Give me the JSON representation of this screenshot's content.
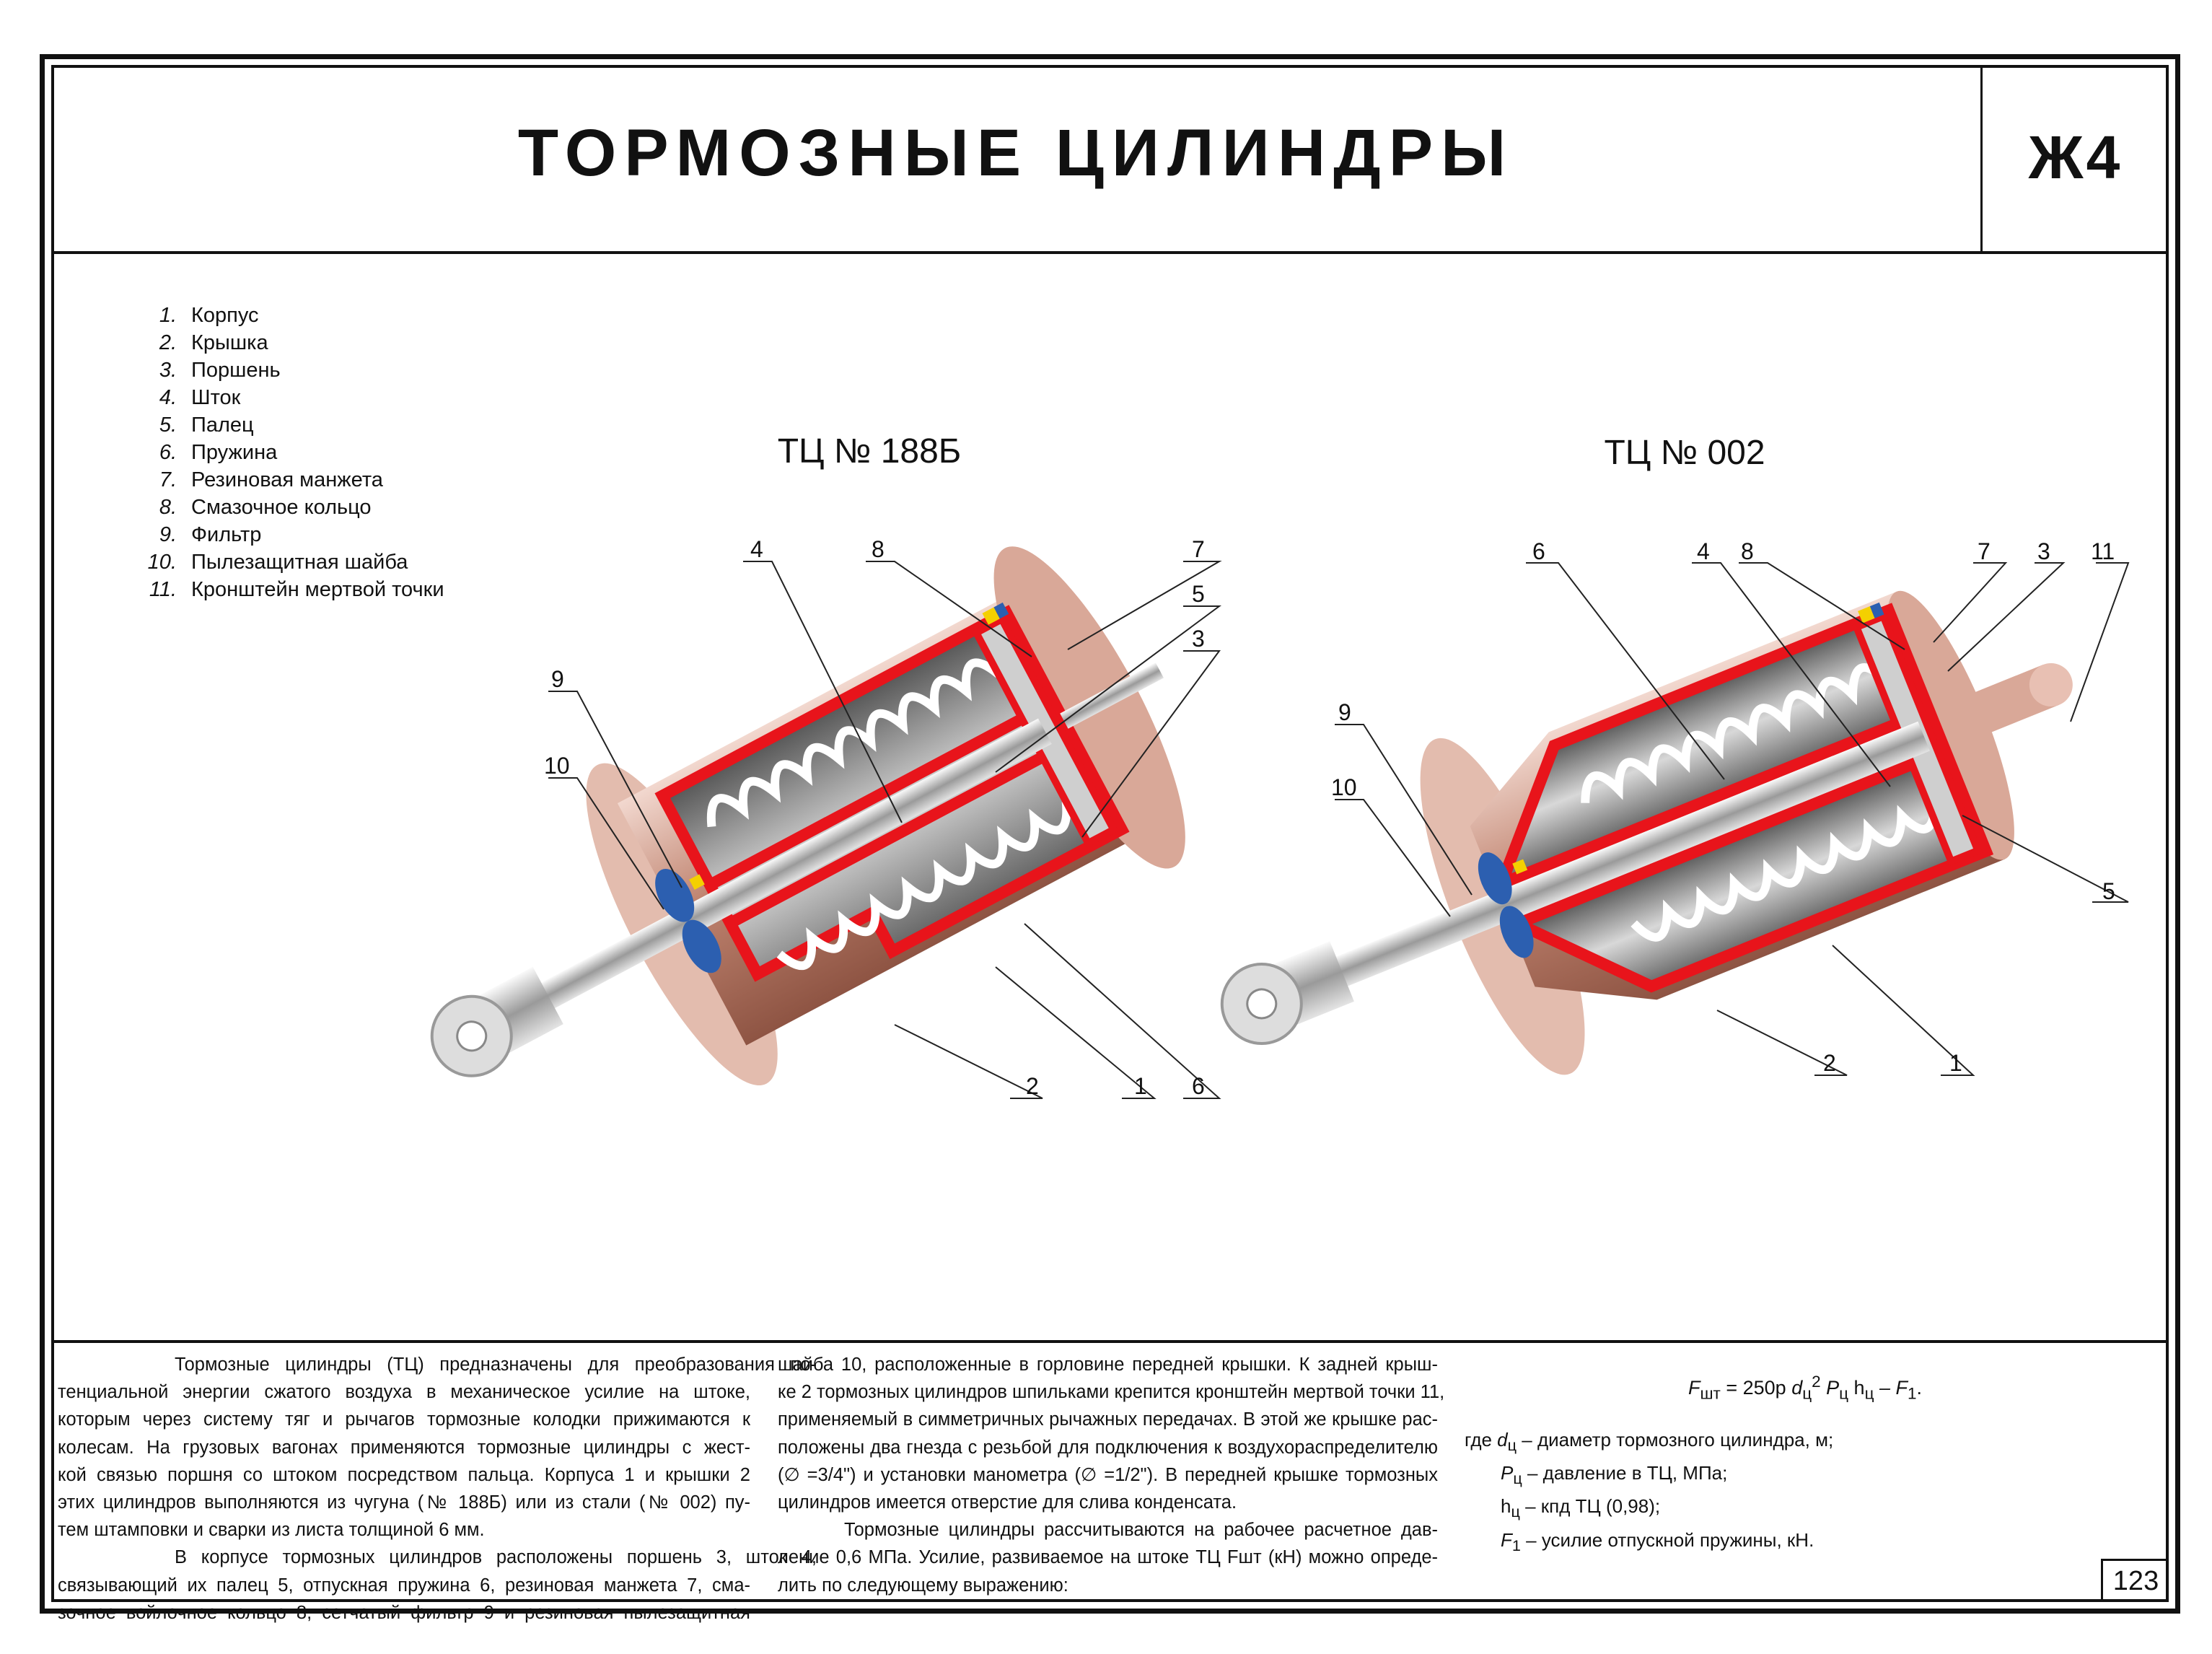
{
  "header": {
    "title": "ТОРМОЗНЫЕ ЦИЛИНДРЫ",
    "code": "Ж4"
  },
  "legend": [
    {
      "num": "1.",
      "label": "Корпус"
    },
    {
      "num": "2.",
      "label": "Крышка"
    },
    {
      "num": "3.",
      "label": "Поршень"
    },
    {
      "num": "4.",
      "label": "Шток"
    },
    {
      "num": "5.",
      "label": "Палец"
    },
    {
      "num": "6.",
      "label": "Пружина"
    },
    {
      "num": "7.",
      "label": "Резиновая манжета"
    },
    {
      "num": "8.",
      "label": "Смазочное кольцо"
    },
    {
      "num": "9.",
      "label": "Фильтр"
    },
    {
      "num": "10.",
      "label": "Пылезащитная шайба"
    },
    {
      "num": "11.",
      "label": "Кронштейн мертвой точки"
    }
  ],
  "diagrams": [
    {
      "title": "ТЦ № 188Б",
      "callouts": [
        "4",
        "8",
        "7",
        "5",
        "3",
        "9",
        "10",
        "2",
        "1",
        "6"
      ]
    },
    {
      "title": "ТЦ № 002",
      "callouts": [
        "6",
        "4",
        "8",
        "7",
        "3",
        "11",
        "9",
        "10",
        "5",
        "2",
        "1"
      ]
    }
  ],
  "text": {
    "col1": [
      "Тормозные цилиндры (ТЦ) предназначены для преобразования по-",
      "тенциальной энергии сжатого воздуха в механическое усилие на штоке,",
      "которым через систему тяг и рычагов тормозные колодки прижимаются к",
      "колесам. На грузовых вагонах применяются тормозные цилиндры с жест-",
      "кой связью поршня со штоком посредством пальца. Корпуса 1 и крышки 2",
      "этих цилиндров выполняются из чугуна (№ 188Б) или из стали (№ 002) пу-",
      "тем штамповки и сварки из листа толщиной 6 мм.",
      "В корпусе тормозных цилиндров расположены поршень 3, шток 4,",
      "связывающий их палец 5, отпускная пружина 6, резиновая манжета 7, сма-",
      "зочное войлочное кольцо 8, сетчатый фильтр 9 и резиновая пылезащитная"
    ],
    "col2": [
      "шайба 10, расположенные в горловине передней крышки. К задней крыш-",
      "ке 2 тормозных цилиндров шпильками крепится кронштейн мертвой точки 11,",
      "применяемый в симметричных рычажных передачах. В этой же крышке рас-",
      "положены два гнезда с резьбой для подключения к воздухораспределителю",
      "(∅ =3/4\") и установки манометра (∅ =1/2\"). В передней крышке тормозных",
      "цилиндров имеется отверстие для слива конденсата.",
      "Тормозные цилиндры рассчитываются на рабочее расчетное дав-",
      "ление 0,6 МПа. Усилие, развиваемое на штоке ТЦ Fшт (кН) можно опреде-",
      "лить по следующему выражению:"
    ]
  },
  "formula": {
    "lhs": "F",
    "lhs_sub": "шт",
    "eq": " = 250p ",
    "d": "d",
    "d_sub": "ц",
    "d_sup": "2",
    "p": " P",
    "p_sub": "ц",
    "h": " h",
    "h_sub": "ц",
    "minus": " – F",
    "f1_sub": "1",
    "end": "."
  },
  "where": [
    {
      "prefix": "где ",
      "sym": "d",
      "sub": "ц",
      "desc": " – диаметр тормозного цилиндра, м;"
    },
    {
      "prefix": "",
      "sym": "P",
      "sub": "ц",
      "desc": " – давление в ТЦ, МПа;"
    },
    {
      "prefix": "",
      "sym": "h",
      "sub": "ц",
      "desc": " – кпд ТЦ (0,98);"
    },
    {
      "prefix": "",
      "sym": "F",
      "sub": "1",
      "desc": " – усилие отпускной пружины, кН."
    }
  ],
  "page_number": "123",
  "colors": {
    "section_red": "#e8141b",
    "body_brown": "#c08470",
    "seal_blue": "#2c5fb0"
  }
}
